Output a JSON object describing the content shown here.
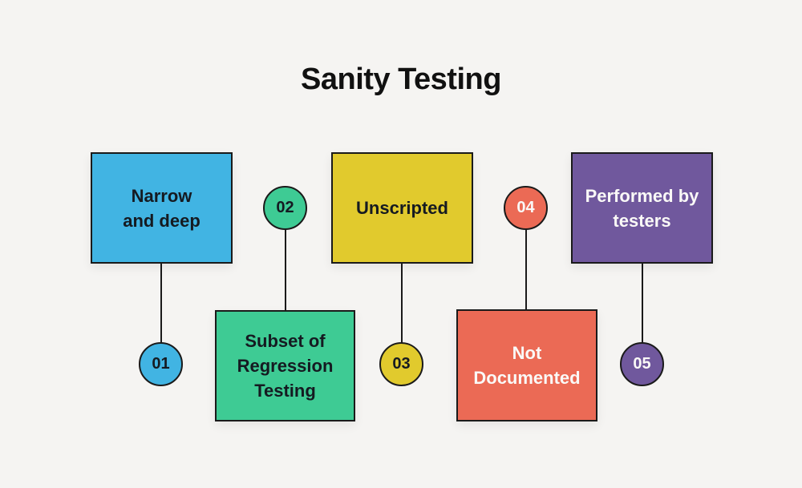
{
  "title": "Sanity Testing",
  "palette": {
    "background": "#f5f4f2",
    "blue": "#41b4e3",
    "green": "#3ecb94",
    "yellow": "#e1ca2d",
    "coral": "#eb6a55",
    "purple": "#70589d",
    "outline": "#1a1a1a",
    "dark_text": "#151a21",
    "light_text": "#faf9f7",
    "title_text": "#111111"
  },
  "nodes": [
    {
      "number": "01",
      "label": "Narrow\nand deep",
      "color": "#41b4e3",
      "text_color": "#151a21"
    },
    {
      "number": "02",
      "label": "Subset of\nRegression\nTesting",
      "color": "#3ecb94",
      "text_color": "#151a21"
    },
    {
      "number": "03",
      "label": "Unscripted",
      "color": "#e1ca2d",
      "text_color": "#151a21"
    },
    {
      "number": "04",
      "label": "Not\nDocumented",
      "color": "#eb6a55",
      "text_color": "#faf9f7"
    },
    {
      "number": "05",
      "label": "Performed by\ntesters",
      "color": "#70589d",
      "text_color": "#faf9f7"
    }
  ]
}
